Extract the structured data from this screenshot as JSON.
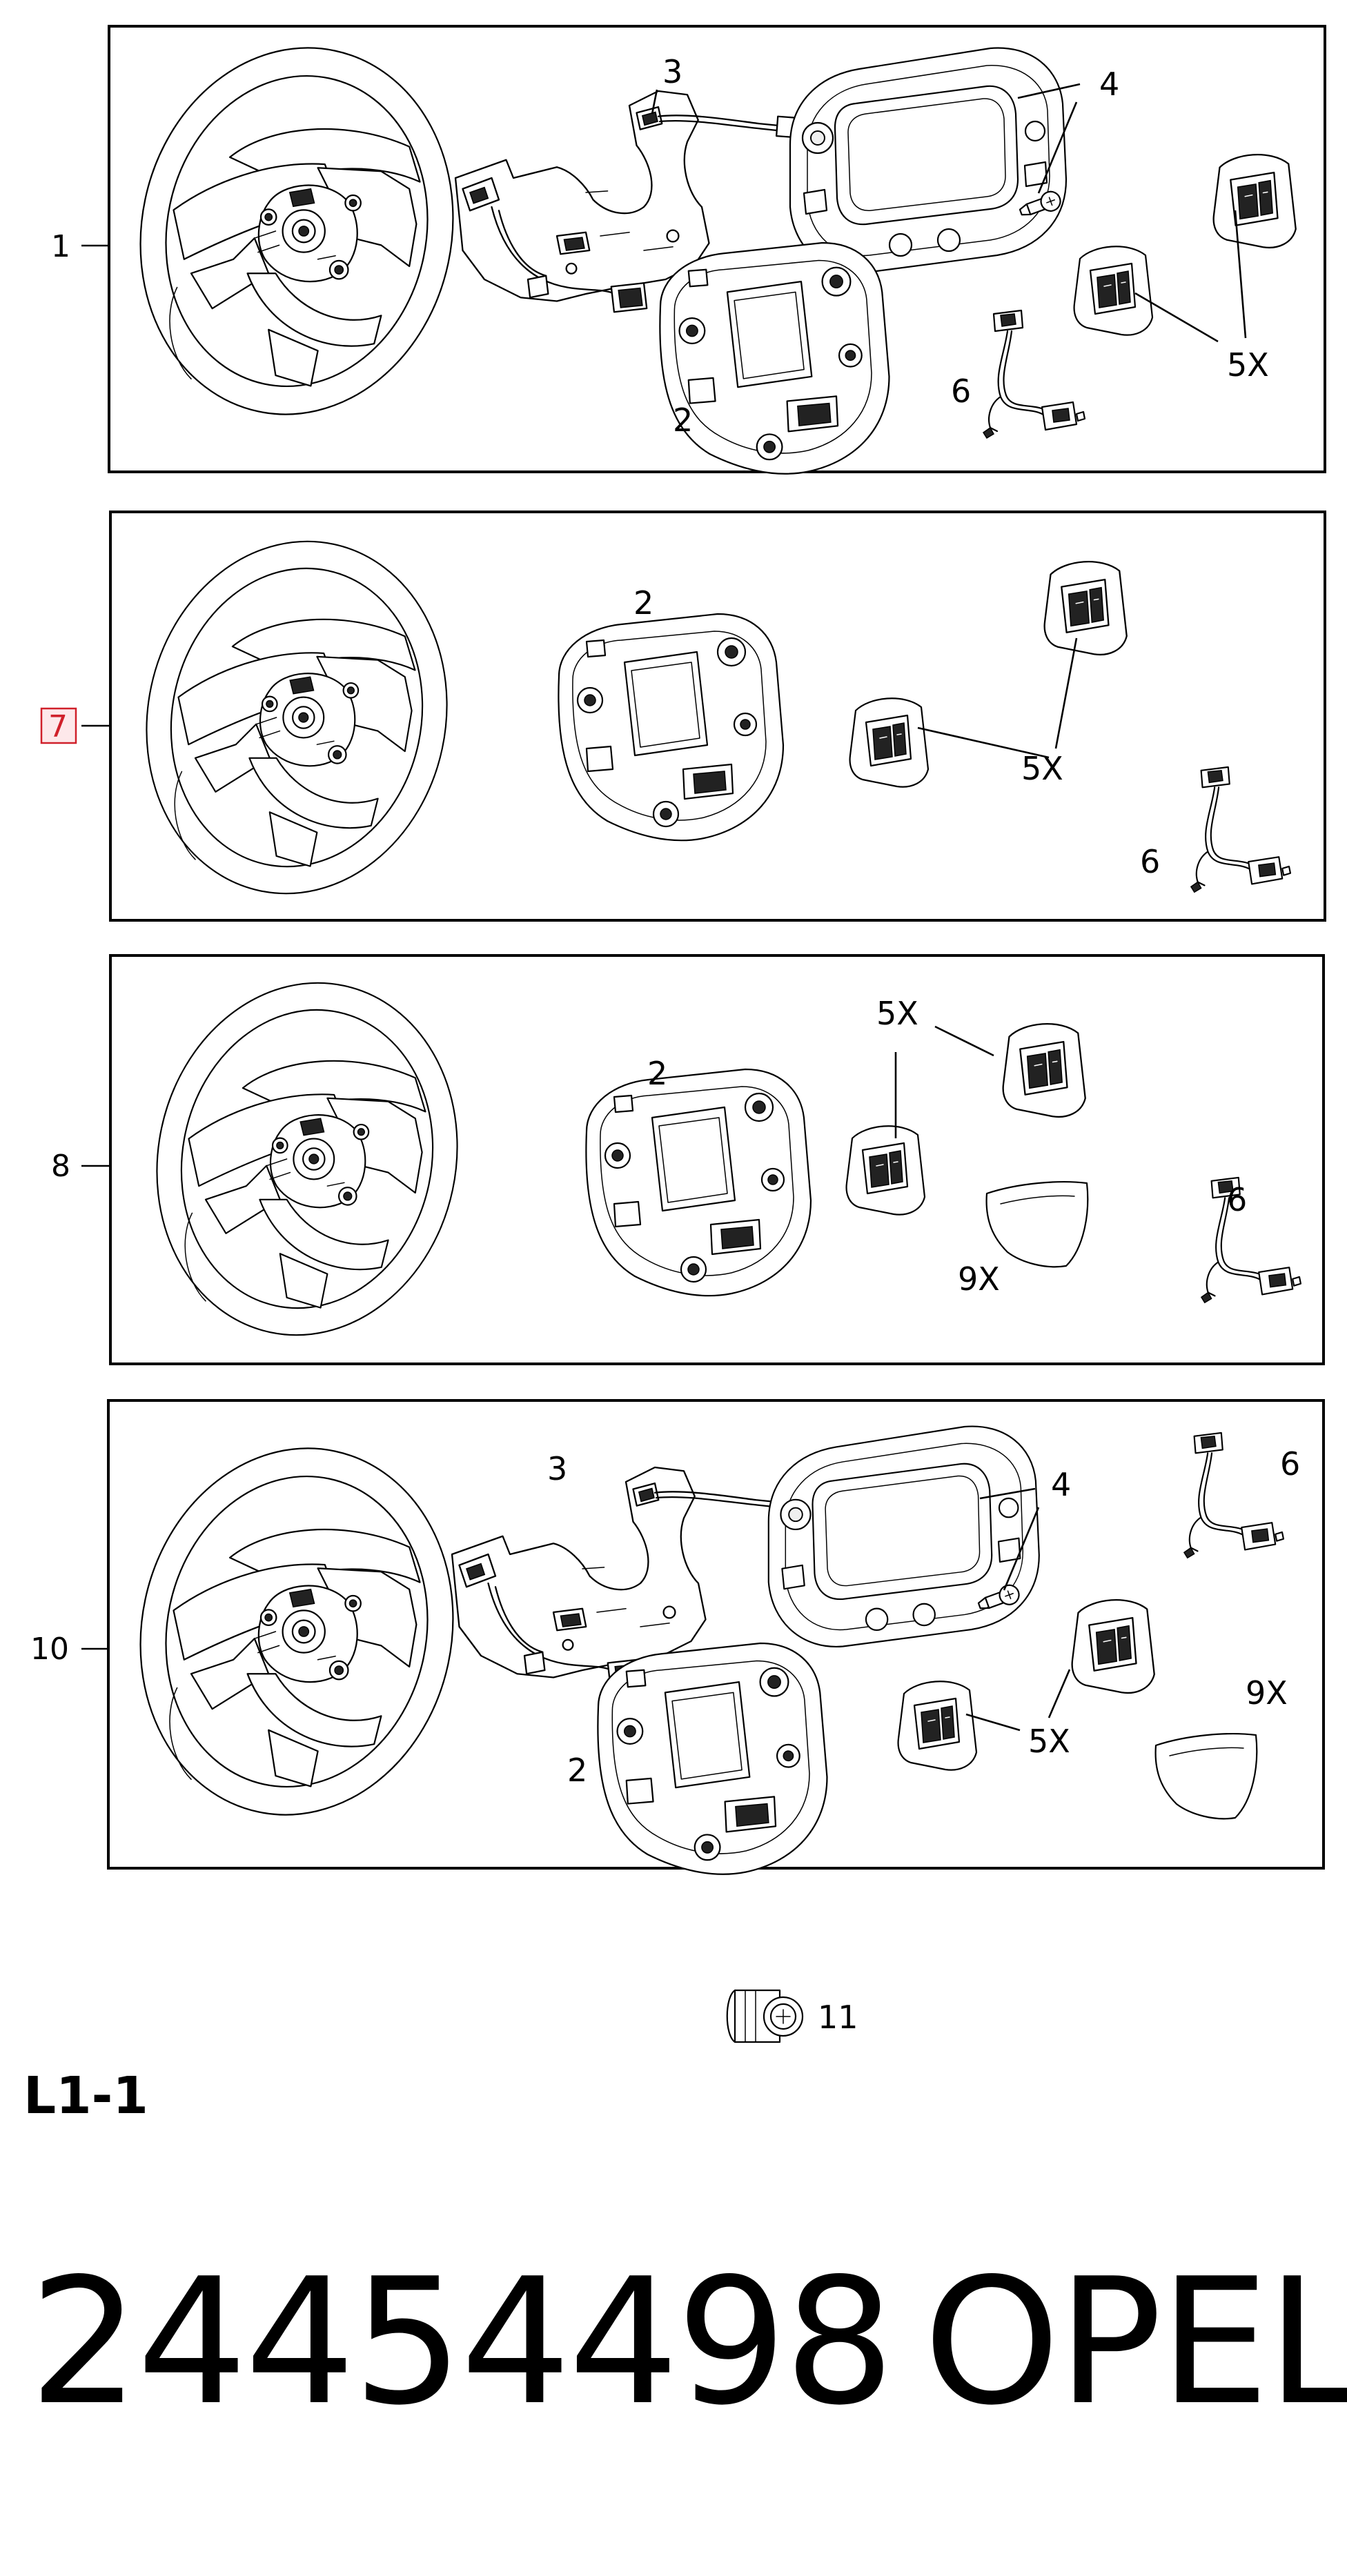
{
  "panels": [
    {
      "row_label": "1",
      "highlighted": false,
      "callouts": [
        "3",
        "4",
        "2",
        "6",
        "5X"
      ]
    },
    {
      "row_label": "7",
      "highlighted": true,
      "callouts": [
        "2",
        "5X",
        "6"
      ]
    },
    {
      "row_label": "8",
      "highlighted": false,
      "callouts": [
        "5X",
        "2",
        "6",
        "9X"
      ]
    },
    {
      "row_label": "10",
      "highlighted": false,
      "callouts": [
        "3",
        "4",
        "6",
        "9X",
        "5X",
        "2"
      ]
    }
  ],
  "loose_part": {
    "callout": "11"
  },
  "section_code": "L1-1",
  "part_number": "24454498",
  "brand": "OPEL",
  "highlight_color": "#d0202a"
}
